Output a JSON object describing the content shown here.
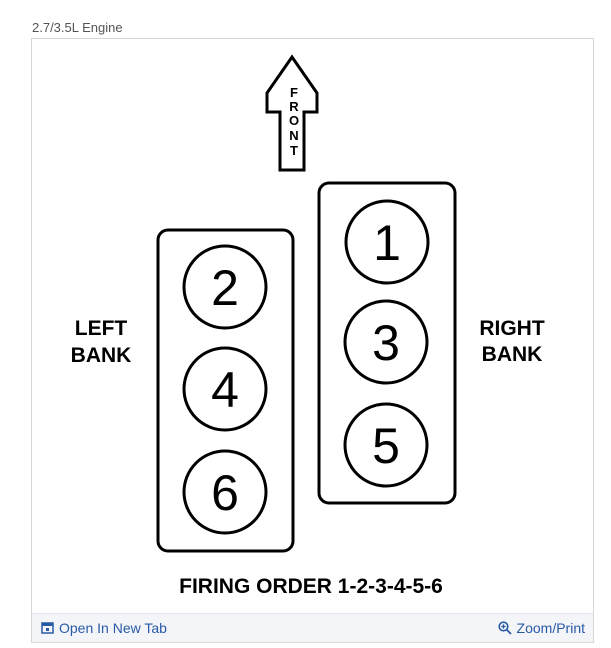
{
  "caption": "2.7/3.5L Engine",
  "diagram": {
    "front_label": [
      "F",
      "R",
      "O",
      "N",
      "T"
    ],
    "left_bank": {
      "line1": "LEFT",
      "line2": "BANK",
      "cylinders": [
        "2",
        "4",
        "6"
      ]
    },
    "right_bank": {
      "line1": "RIGHT",
      "line2": "BANK",
      "cylinders": [
        "1",
        "3",
        "5"
      ]
    },
    "firing_order": "FIRING ORDER 1-2-3-4-5-6"
  },
  "footer": {
    "open_new_tab": "Open In New Tab",
    "zoom_print": "Zoom/Print",
    "link_color": "#2a5aa6"
  }
}
